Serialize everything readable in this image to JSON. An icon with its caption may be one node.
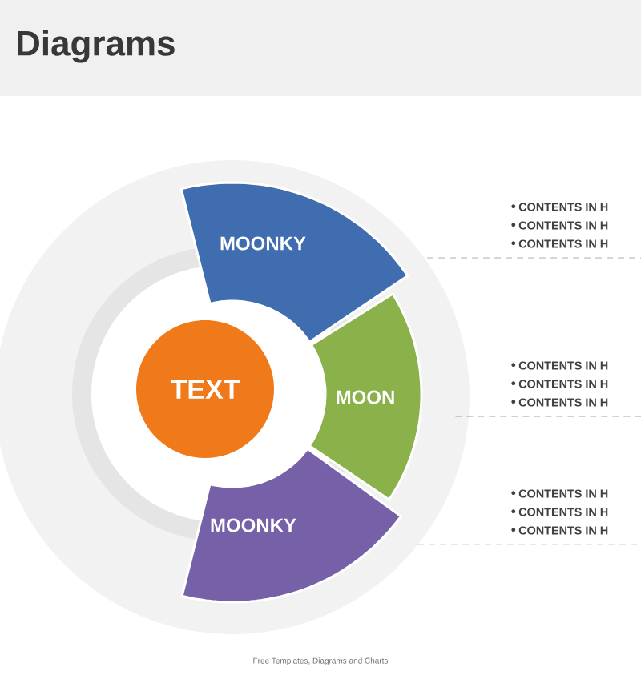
{
  "diagram": {
    "title": "Diagrams",
    "caption": "Free Templates, Diagrams and Charts",
    "nodes": [
      {
        "text": [
          "TEXT"
        ]
      },
      {
        "text": [
          "MOONKY"
        ]
      },
      {
        "text": [
          "MOON"
        ]
      },
      {
        "text": [
          "MOONKY"
        ]
      },
      {
        "text": [
          "CONTENTS IN H",
          "CONTENTS IN H",
          "CONTENTS IN H"
        ]
      },
      {
        "text": [
          "CONTENTS IN H",
          "CONTENTS IN H",
          "CONTENTS IN H"
        ]
      },
      {
        "text": [
          "CONTENTS IN H",
          "CONTENTS IN H",
          "CONTENTS IN H"
        ]
      }
    ],
    "edges": [
      {
        "from": 1,
        "to": 4,
        "arrow": "none",
        "style": "dashed"
      },
      {
        "from": 2,
        "to": 5,
        "arrow": "none",
        "style": "dashed"
      },
      {
        "from": 3,
        "to": 6,
        "arrow": "none",
        "style": "dashed"
      }
    ]
  }
}
